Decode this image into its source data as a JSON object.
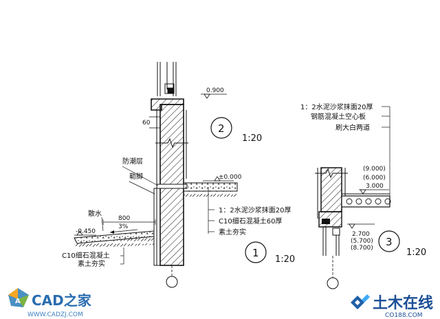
{
  "drawing": {
    "detail2": {
      "marker": "2",
      "scale": "1:20",
      "elev_sill": "0.900",
      "dim_60": "60"
    },
    "detail1": {
      "marker": "1",
      "scale": "1:20",
      "label_dampproof": "防潮层",
      "label_plinth": "勒脚",
      "label_apron": "散水",
      "elev_floor": "±0.000",
      "elev_ground": "-0.450",
      "dim_800": "800",
      "slope": "3%",
      "floor_layers": [
        "1：2水泥沙浆抹面20厚",
        "C10细石混凝土60厚",
        "素土夯实"
      ],
      "apron_layers": [
        "C10细石混凝土",
        "素土夯实"
      ]
    },
    "detail3": {
      "marker": "3",
      "scale": "1:20",
      "slab_layers": [
        "1：2水泥沙浆抹面20厚",
        "钢筋混凝土空心板",
        "刷大白两道"
      ],
      "elev_upper": [
        "(9.000)",
        "(6.000)",
        "3.000"
      ],
      "elev_lower": [
        "2.700",
        "(5.700)",
        "(8.700)"
      ]
    }
  },
  "watermarks": {
    "left_brand": "CAD之家",
    "left_url": "WWW.CADZJ.COM",
    "right_brand": "土木在线",
    "right_url": "CO188.COM"
  }
}
